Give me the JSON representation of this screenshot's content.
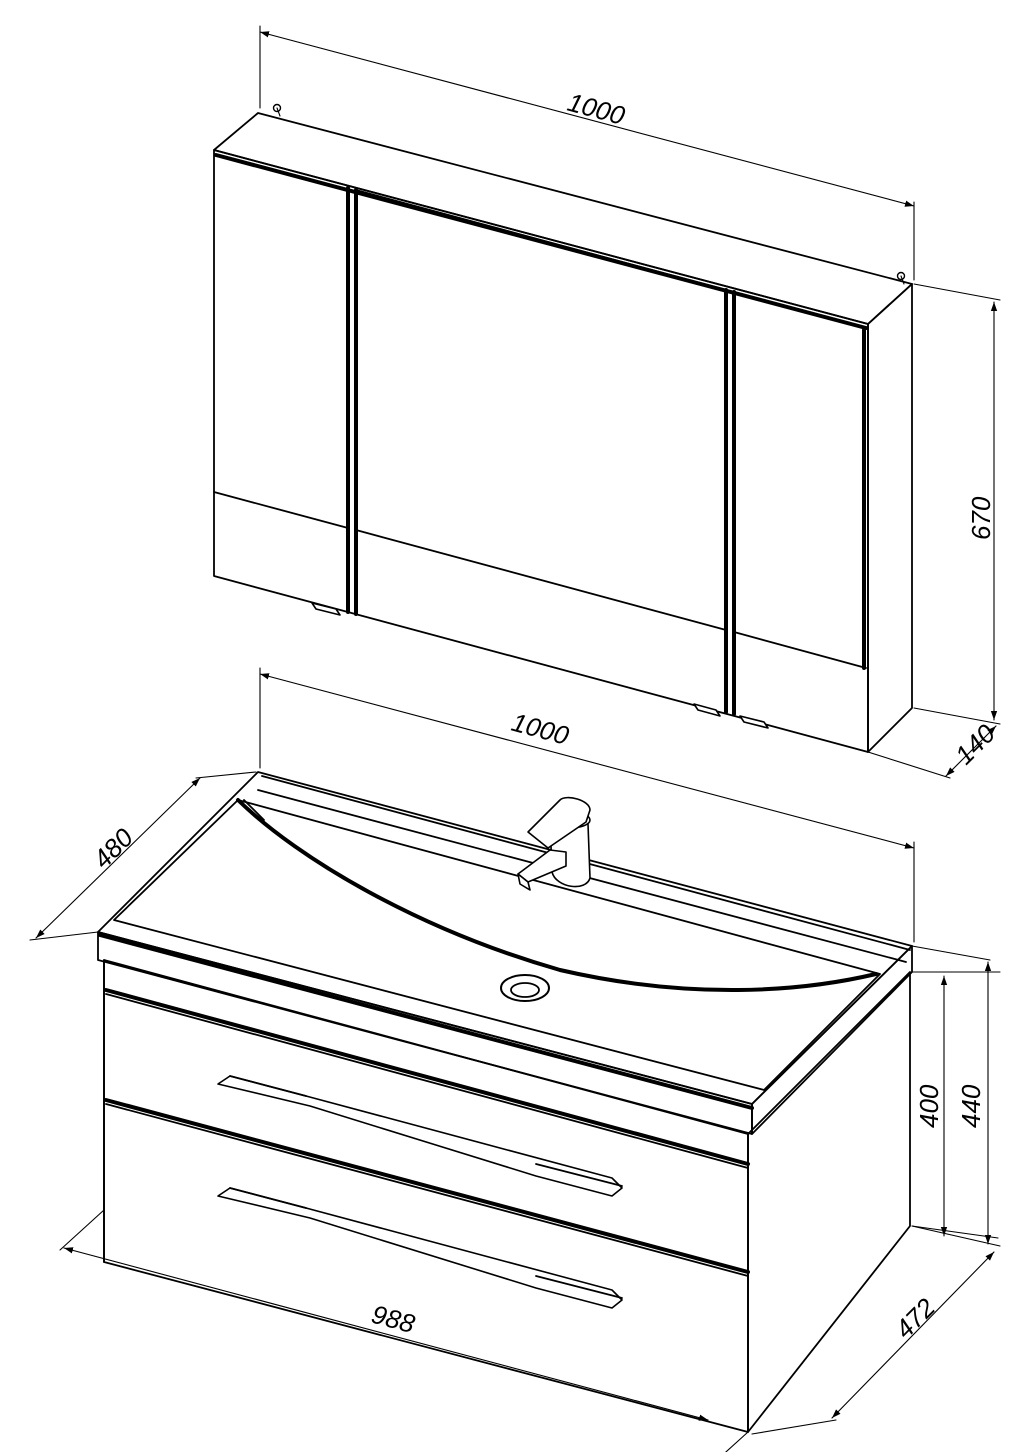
{
  "dimensions": {
    "mirror_width": "1000",
    "mirror_height": "670",
    "mirror_depth": "140",
    "basin_width": "1000",
    "basin_depth": "480",
    "cabinet_width": "988",
    "cabinet_depth": "472",
    "cabinet_height": "400",
    "total_height": "440"
  }
}
